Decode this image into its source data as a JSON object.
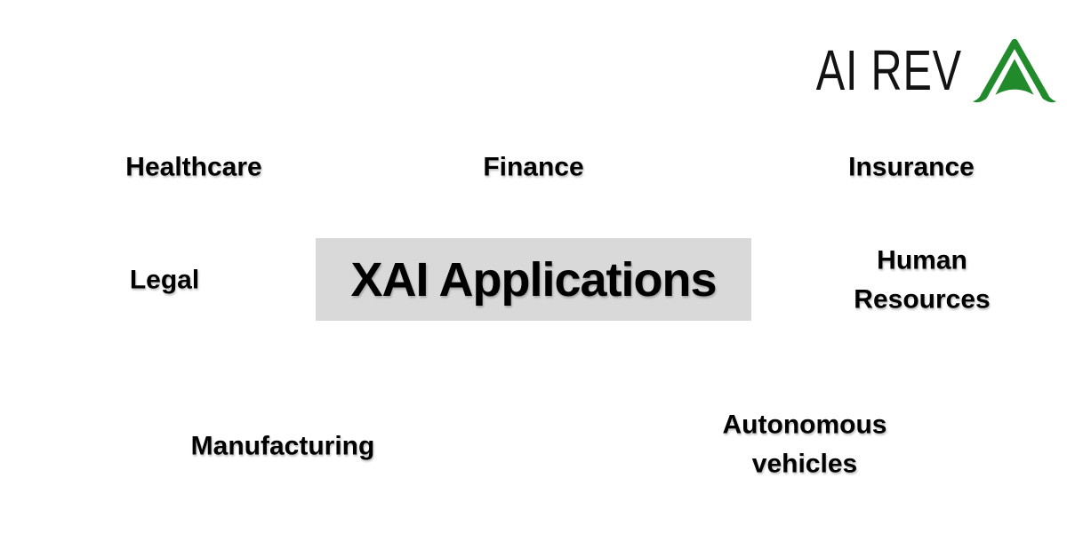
{
  "theme": {
    "green": "#218a2b",
    "box-bg": "#d9d9d9",
    "text": "#000000",
    "bg": "#ffffff"
  },
  "logo": {
    "text": "AI REV",
    "icon": "green-arrowhead-logo",
    "green": "#218a2b"
  },
  "center_box": {
    "label": "XAI Applications",
    "background": "#d9d9d9"
  },
  "applications": [
    {
      "label": "Healthcare"
    },
    {
      "label": "Finance"
    },
    {
      "label": "Insurance"
    },
    {
      "label": "Legal"
    },
    {
      "label": "Human Resources"
    },
    {
      "label": "Manufacturing"
    },
    {
      "label": "Autonomous vehicles"
    }
  ]
}
